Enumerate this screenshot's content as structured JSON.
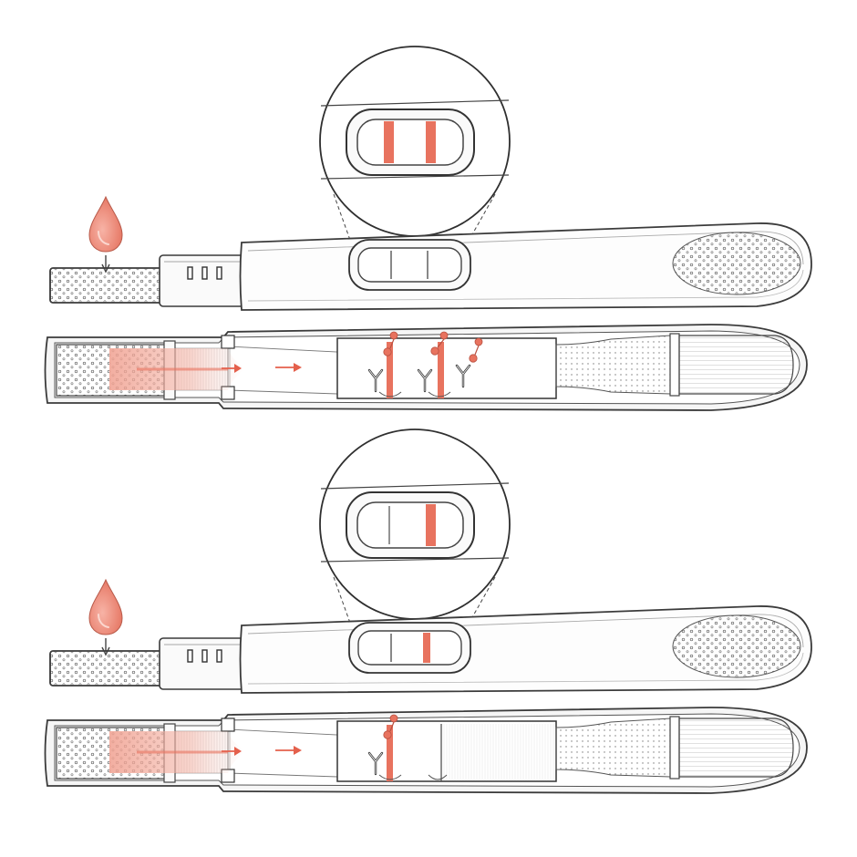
{
  "illustration": {
    "panels": [
      {
        "id": "positive",
        "visible_lines": 2,
        "antibodies_at_test_line": 2,
        "antibodies_at_control_line": 1
      },
      {
        "id": "negative",
        "visible_lines": 1,
        "antibodies_at_test_line": 0,
        "antibodies_at_control_line": 1
      }
    ],
    "colors": {
      "line_red": "#e8735f",
      "drop_red": "#ea7a68",
      "outline": "#3b3b3b",
      "pad_fill": "#eeeeee",
      "paper": "#ffffff"
    },
    "icons": [
      "droplet-icon",
      "down-arrow-icon",
      "flow-arrow-icon",
      "antibody-icon",
      "magnifier-circle"
    ]
  }
}
